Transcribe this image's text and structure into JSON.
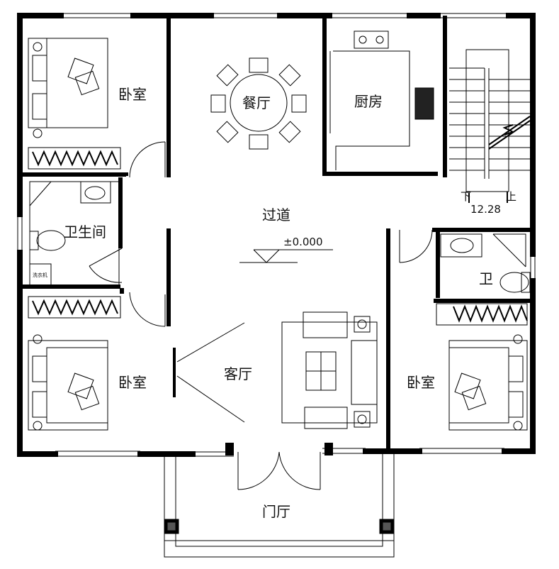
{
  "rooms": {
    "bedroom_nw": "卧室",
    "dining": "餐厅",
    "kitchen": "厨房",
    "bathroom_w": "卫生间",
    "corridor": "过道",
    "bedroom_sw": "卧室",
    "living": "客厅",
    "bathroom_e": "卫",
    "bedroom_se": "卧室",
    "foyer": "门厅"
  },
  "stairs": {
    "down": "下",
    "up": "上",
    "level": "12.28"
  },
  "elevation": "±0.000",
  "appliance_tag": "洗衣机"
}
